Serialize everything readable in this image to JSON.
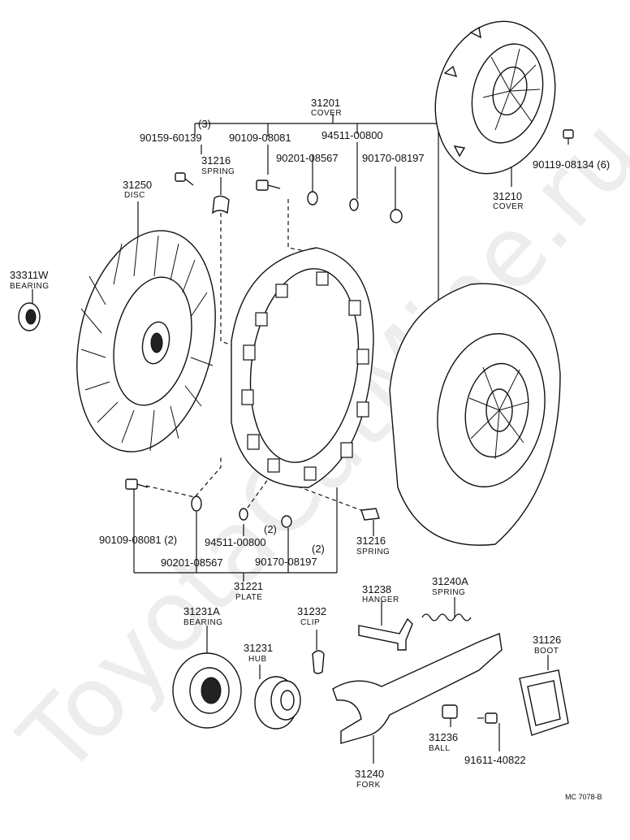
{
  "watermark": "ToyotaCatMine.ru",
  "drawing_code": "MC 7078-B",
  "parts": {
    "p31201": {
      "number": "31201",
      "name": "COVER"
    },
    "p31210": {
      "number": "31210",
      "name": "COVER"
    },
    "p90119": {
      "number": "90119-08134 (6)"
    },
    "p90159": {
      "qty": "(3)",
      "number": "90159-60139"
    },
    "p90109_top": {
      "number": "90109-08081"
    },
    "p94511_top": {
      "number": "94511-00800"
    },
    "p31216_top": {
      "number": "31216",
      "name": "SPRING"
    },
    "p90201_top": {
      "number": "90201-08567"
    },
    "p90170_top": {
      "number": "90170-08197"
    },
    "p31250": {
      "number": "31250",
      "name": "DISC"
    },
    "p33311": {
      "number": "33311W",
      "name": "BEARING"
    },
    "p90109_bot": {
      "number": "90109-08081 (2)"
    },
    "p94511_bot": {
      "qty": "(2)",
      "number": "94511-00800"
    },
    "p90201_bot": {
      "number": "90201-08567"
    },
    "p90170_bot": {
      "qty": "(2)",
      "number": "90170-08197"
    },
    "p31216_bot": {
      "number": "31216",
      "name": "SPRING"
    },
    "p31221": {
      "number": "31221",
      "name": "PLATE"
    },
    "p31238": {
      "number": "31238",
      "name": "HANGER"
    },
    "p31240A": {
      "number": "31240A",
      "name": "SPRING"
    },
    "p31231A": {
      "number": "31231A",
      "name": "BEARING"
    },
    "p31232": {
      "number": "31232",
      "name": "CLIP"
    },
    "p31231": {
      "number": "31231",
      "name": "HUB"
    },
    "p31126": {
      "number": "31126",
      "name": "BOOT"
    },
    "p31236": {
      "number": "31236",
      "name": "BALL"
    },
    "p91611": {
      "number": "91611-40822"
    },
    "p31240": {
      "number": "31240",
      "name": "FORK"
    }
  }
}
